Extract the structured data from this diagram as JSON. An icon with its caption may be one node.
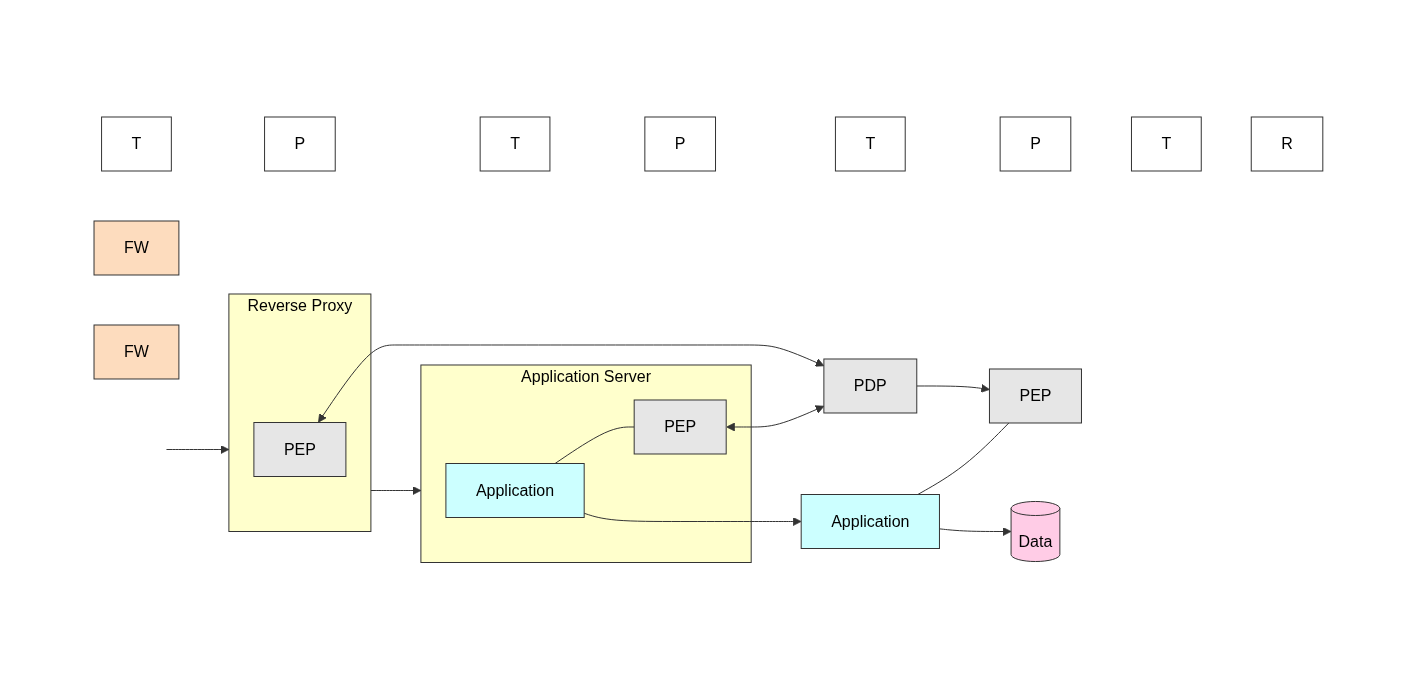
{
  "diagram": {
    "nodes": [
      {
        "text": [
          "T"
        ]
      },
      {
        "text": [
          "P"
        ]
      },
      {
        "text": [
          "T"
        ]
      },
      {
        "text": [
          "P"
        ]
      },
      {
        "text": [
          "T"
        ]
      },
      {
        "text": [
          "P"
        ]
      },
      {
        "text": [
          "T"
        ]
      },
      {
        "text": [
          "R"
        ]
      },
      {
        "text": [
          "FW"
        ]
      },
      {
        "text": [
          "Reverse Proxy"
        ]
      },
      {
        "text": [
          "PEP"
        ],
        "in": 9
      },
      {
        "text": [
          "FW"
        ]
      },
      {
        "text": [
          "Application Server"
        ]
      },
      {
        "text": [
          "Application"
        ],
        "in": 12
      },
      {
        "text": [
          "PEP"
        ],
        "in": 12
      },
      {
        "text": [
          "Application"
        ]
      },
      {
        "text": [
          "PEP"
        ]
      },
      {
        "text": [
          "Data"
        ]
      },
      {
        "text": [
          "PDP"
        ]
      }
    ],
    "edges": [
      {
        "from": null,
        "to": 9,
        "arrow": "to"
      },
      {
        "from": 9,
        "to": 12,
        "arrow": "to"
      },
      {
        "from": 13,
        "to": 15,
        "arrow": "to"
      },
      {
        "from": 15,
        "to": 17,
        "arrow": "to"
      },
      {
        "from": 13,
        "to": 14,
        "arrow": "none"
      },
      {
        "from": 15,
        "to": 16,
        "arrow": "none"
      },
      {
        "from": 14,
        "to": 18,
        "arrow": "both"
      },
      {
        "from": 10,
        "to": 18,
        "arrow": "both"
      },
      {
        "from": 18,
        "to": 16,
        "arrow": "to"
      }
    ]
  }
}
